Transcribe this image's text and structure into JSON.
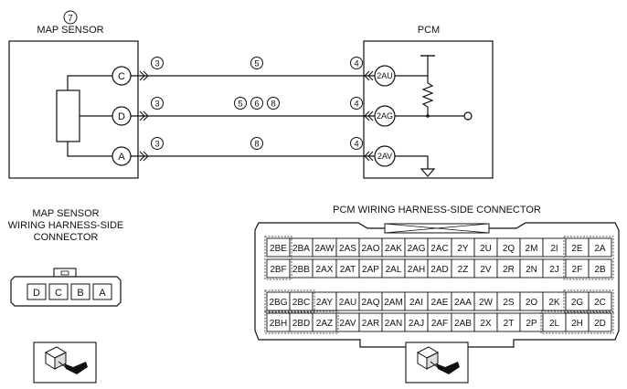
{
  "wiring": {
    "map_sensor_number": "7",
    "map_sensor_title": "MAP SENSOR",
    "pcm_title": "PCM",
    "map_pins": [
      "C",
      "D",
      "A"
    ],
    "pcm_pins": [
      "2AU",
      "2AG",
      "2AV"
    ],
    "wires": [
      {
        "left": "3",
        "mid": [
          "5"
        ],
        "right": "4"
      },
      {
        "left": "3",
        "mid": [
          "5",
          "6",
          "8"
        ],
        "right": "4"
      },
      {
        "left": "3",
        "mid": [
          "8"
        ],
        "right": "4"
      }
    ]
  },
  "map_connector": {
    "title_lines": [
      "MAP SENSOR",
      "WIRING HARNESS-SIDE",
      "CONNECTOR"
    ],
    "pins": [
      "D",
      "C",
      "B",
      "A"
    ]
  },
  "pcm_connector": {
    "title": "PCM WIRING HARNESS-SIDE CONNECTOR",
    "rows": [
      [
        "2BE",
        "2BA",
        "2AW",
        "2AS",
        "2AO",
        "2AK",
        "2AG",
        "2AC",
        "2Y",
        "2U",
        "2Q",
        "2M",
        "2I",
        "2E",
        "2A"
      ],
      [
        "2BF",
        "2BB",
        "2AX",
        "2AT",
        "2AP",
        "2AL",
        "2AH",
        "2AD",
        "2Z",
        "2V",
        "2R",
        "2N",
        "2J",
        "2F",
        "2B"
      ],
      [
        "2BG",
        "2BC",
        "2AY",
        "2AU",
        "2AQ",
        "2AM",
        "2AI",
        "2AE",
        "2AA",
        "2W",
        "2S",
        "2O",
        "2K",
        "2G",
        "2C"
      ],
      [
        "2BH",
        "2BD",
        "2AZ",
        "2AV",
        "2AR",
        "2AN",
        "2AJ",
        "2AF",
        "2AB",
        "2X",
        "2T",
        "2P",
        "2L",
        "2H",
        "2D"
      ]
    ]
  }
}
